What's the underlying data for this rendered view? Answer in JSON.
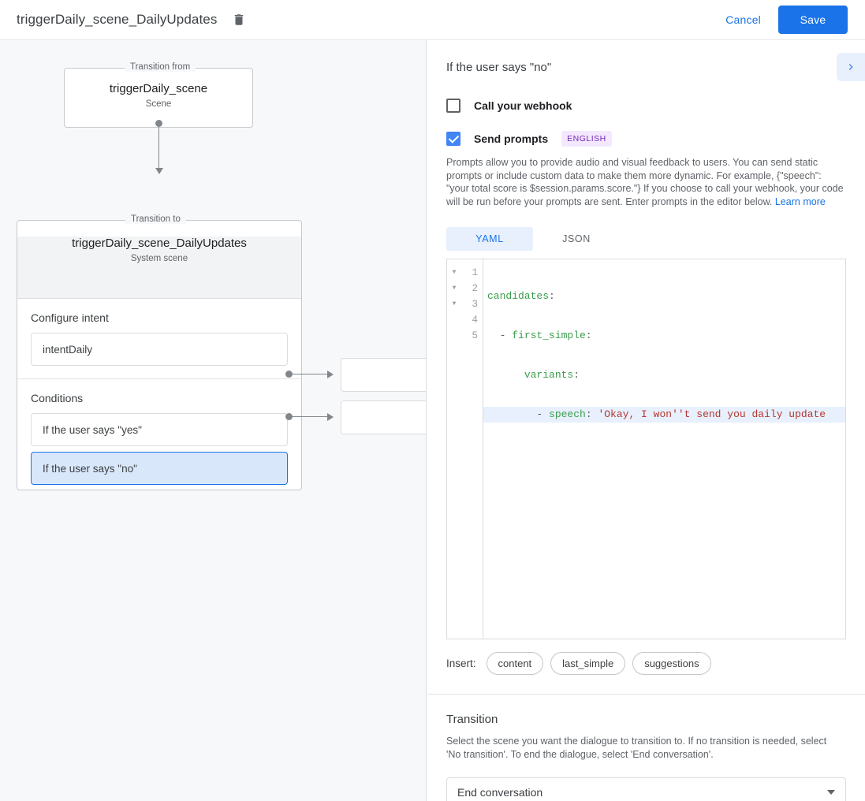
{
  "topbar": {
    "title": "triggerDaily_scene_DailyUpdates",
    "delete_icon": "trash-icon",
    "cancel_label": "Cancel",
    "save_label": "Save",
    "accent_color": "#1a73e8"
  },
  "canvas": {
    "transition_from": {
      "legend": "Transition from",
      "name": "triggerDaily_scene",
      "subtitle": "Scene"
    },
    "transition_to": {
      "legend": "Transition to",
      "name": "triggerDaily_scene_DailyUpdates",
      "subtitle": "System scene"
    },
    "configure_intent": {
      "label": "Configure intent",
      "value": "intentDaily"
    },
    "conditions": {
      "label": "Conditions",
      "items": [
        {
          "label": "If the user says \"yes\"",
          "selected": false
        },
        {
          "label": "If the user says \"no\"",
          "selected": true
        }
      ]
    }
  },
  "panel": {
    "title": "If the user says \"no\"",
    "collapse_icon": "chevron-right-icon",
    "webhook": {
      "label": "Call your webhook",
      "checked": false
    },
    "prompts": {
      "label": "Send prompts",
      "checked": true,
      "language_badge": "ENGLISH",
      "badge_color": "#7627bb",
      "description": "Prompts allow you to provide audio and visual feedback to users. You can send static prompts or include custom data to make them more dynamic. For example, {\"speech\": \"your total score is $session.params.score.\"} If you choose to call your webhook, your code will be run before your prompts are sent. Enter prompts in the editor below. ",
      "learn_more": "Learn more"
    },
    "editor": {
      "tabs": [
        {
          "label": "YAML",
          "active": true
        },
        {
          "label": "JSON",
          "active": false
        }
      ],
      "lines": [
        {
          "num": "1",
          "foldable": true,
          "highlighted": false,
          "key": "candidates",
          "indent": "",
          "dash": "",
          "punct": ":",
          "value": ""
        },
        {
          "num": "2",
          "foldable": true,
          "highlighted": false,
          "key": "first_simple",
          "indent": "  ",
          "dash": "- ",
          "punct": ":",
          "value": ""
        },
        {
          "num": "3",
          "foldable": true,
          "highlighted": false,
          "key": "variants",
          "indent": "      ",
          "dash": "",
          "punct": ":",
          "value": ""
        },
        {
          "num": "4",
          "foldable": false,
          "highlighted": true,
          "key": "speech",
          "indent": "        ",
          "dash": "- ",
          "punct": ": ",
          "value": "'Okay, I won''t send you daily update"
        },
        {
          "num": "5",
          "foldable": false,
          "highlighted": false,
          "key": "",
          "indent": "",
          "dash": "",
          "punct": "",
          "value": ""
        }
      ]
    },
    "insert": {
      "label": "Insert:",
      "chips": [
        "content",
        "last_simple",
        "suggestions"
      ]
    },
    "transition": {
      "title": "Transition",
      "description": "Select the scene you want the dialogue to transition to. If no transition is needed, select 'No transition'. To end the dialogue, select 'End conversation'.",
      "selected_value": "End conversation"
    }
  }
}
